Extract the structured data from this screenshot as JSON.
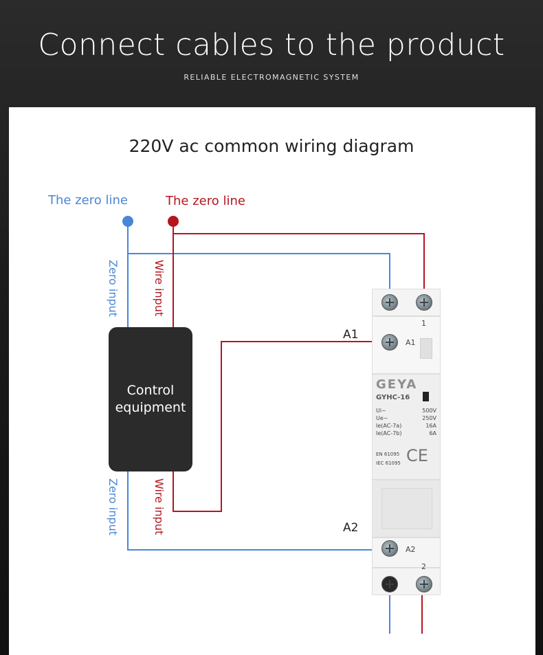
{
  "header": {
    "title": "Connect cables to the product",
    "subtitle": "RELIABLE ELECTROMAGNETIC SYSTEM"
  },
  "diagram": {
    "title": "220V ac common wiring diagram",
    "top_label_left": "The zero line",
    "top_label_right": "The zero line",
    "zero_input_top": "Zero input",
    "wire_input_top": "Wire input",
    "zero_input_bottom": "Zero input",
    "wire_input_bottom": "Wire input",
    "control_line1": "Control",
    "control_line2": "equipment",
    "terminal_a1": "A1",
    "terminal_a2": "A2"
  },
  "device": {
    "brand": "GEYA",
    "model": "GYHC-16",
    "terminal_1": "1",
    "terminal_2": "2",
    "coil_a1": "A1",
    "coil_a2": "A2",
    "specs": [
      {
        "label": "Ui~",
        "value": "500V"
      },
      {
        "label": "Ue~",
        "value": "250V"
      },
      {
        "label": "Ie(AC-7a)",
        "value": "16A"
      },
      {
        "label": "Ie(AC-7b)",
        "value": "6A"
      }
    ],
    "standard_1": "EN 61095",
    "standard_2": "IEC 61095",
    "ce_mark": "CE"
  },
  "colors": {
    "blue_line": "#4a86d8",
    "red_line": "#b5161e",
    "control_box": "#2b2b2b"
  }
}
